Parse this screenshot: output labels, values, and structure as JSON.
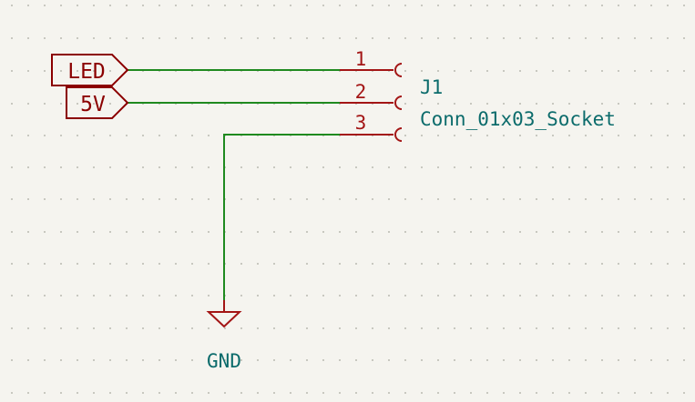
{
  "global_labels": [
    {
      "id": "led",
      "text": "LED"
    },
    {
      "id": "5v",
      "text": "5V"
    }
  ],
  "connector": {
    "reference": "J1",
    "value": "Conn_01x03_Socket",
    "pins": [
      "1",
      "2",
      "3"
    ]
  },
  "power_symbol": {
    "text": "GND"
  },
  "colors": {
    "background": "#f5f4ef",
    "wire": "#1f8a1f",
    "symbol": "#a31515",
    "label": "#8b0000",
    "reference_text": "#0b6b6b",
    "grid_dot": "#c8c8c0"
  }
}
